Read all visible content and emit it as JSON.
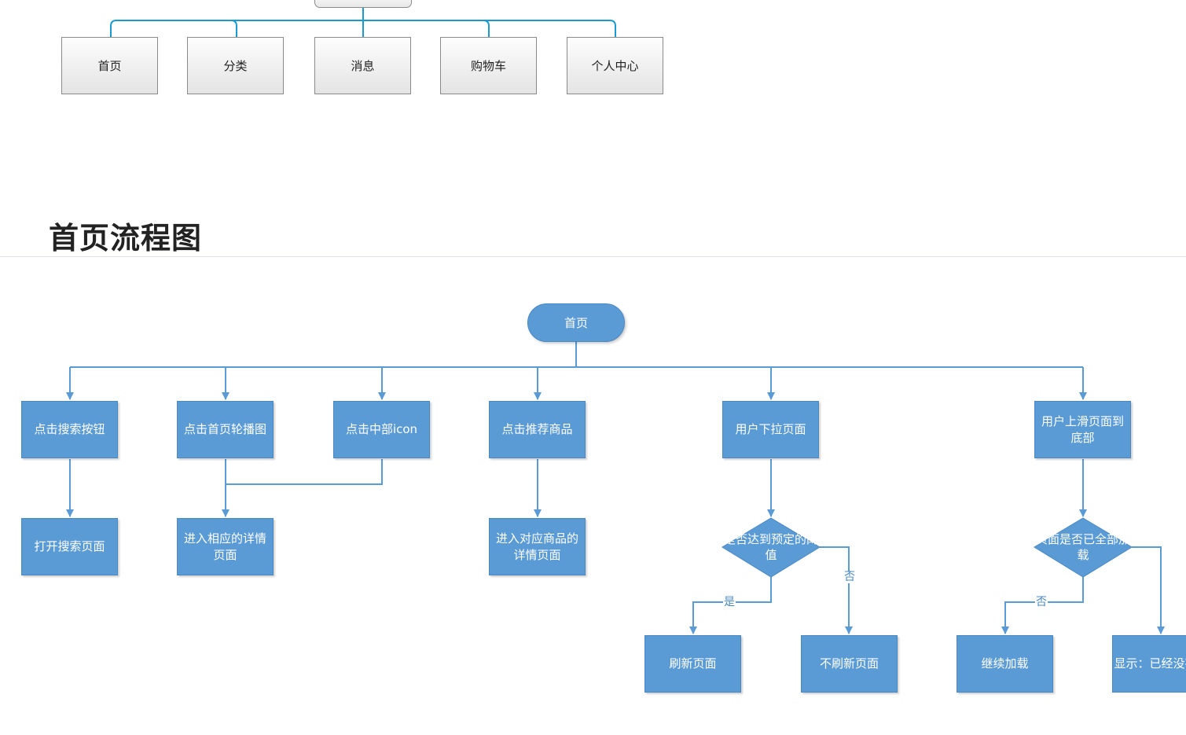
{
  "org_chart": {
    "children": [
      "首页",
      "分类",
      "消息",
      "购物车",
      "个人中心"
    ]
  },
  "section_title": "首页流程图",
  "flowchart": {
    "start": "首页",
    "actions": {
      "search": "点击搜索按钮",
      "carousel": "点击首页轮播图",
      "icon": "点击中部icon",
      "recommend": "点击推荐商品",
      "pull_down": "用户下拉页面",
      "scroll_bottom": "用户上滑页面到底部"
    },
    "results": {
      "open_search": "打开搜索页面",
      "enter_detail": "进入相应的详情页面",
      "enter_product_detail": "进入对应商品的详情页面",
      "refresh": "刷新页面",
      "no_refresh": "不刷新页面",
      "continue_load": "继续加载",
      "show_all_loaded": "显示：已经没有啦"
    },
    "decisions": {
      "threshold": "是否达到预定的阈值",
      "all_loaded": "页面是否已全部加载"
    },
    "edge_labels": {
      "yes": "是",
      "no": "否"
    }
  },
  "colors": {
    "node_fill": "#5b9bd5",
    "connector_top": "#1a9bd0",
    "connector_flow": "#5b9bd5"
  }
}
